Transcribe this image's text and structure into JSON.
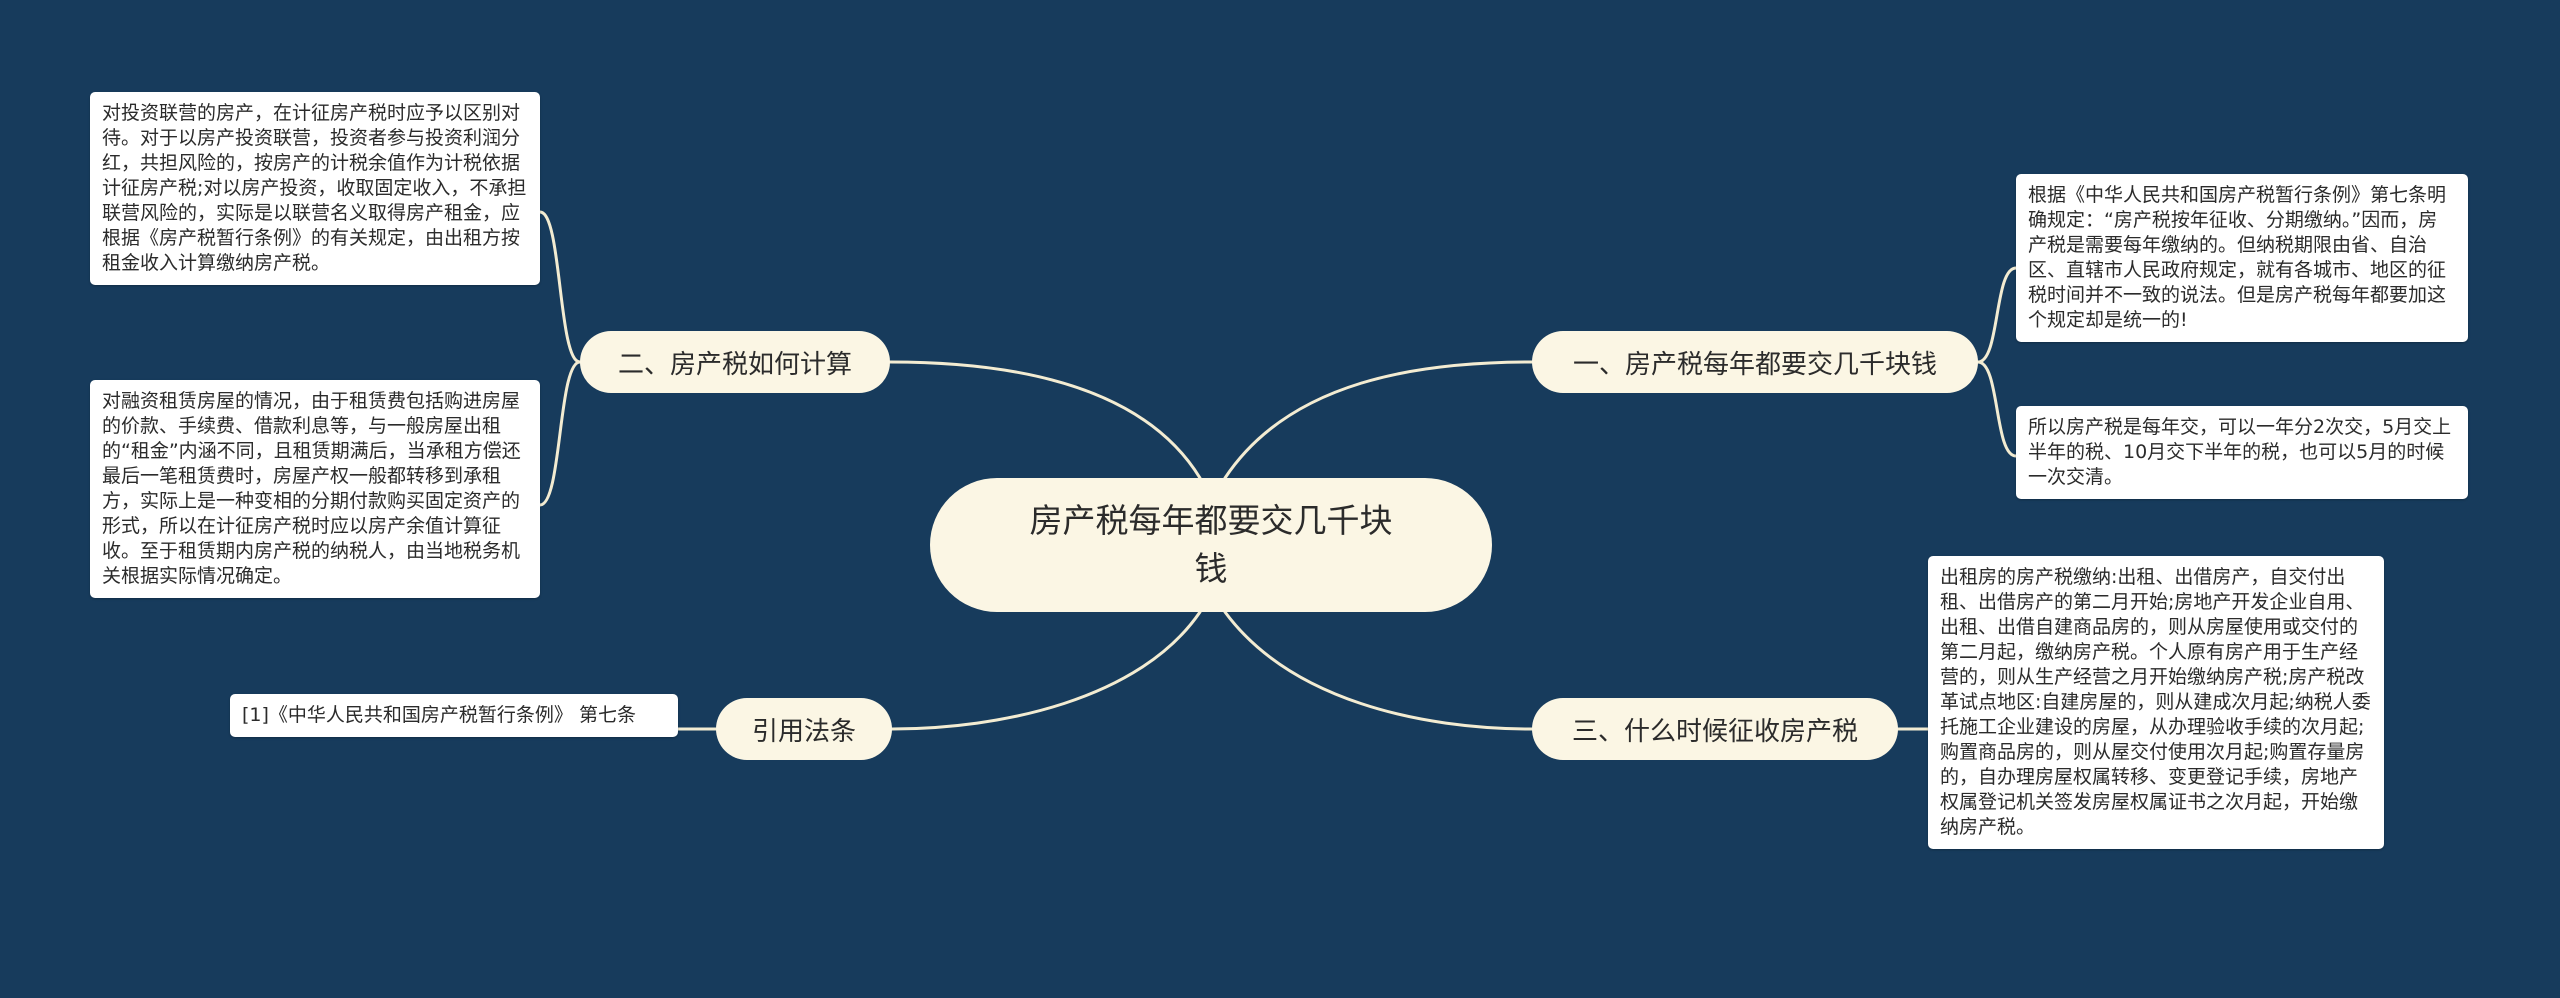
{
  "center": {
    "title": "房产税每年都要交几千块钱"
  },
  "branches": {
    "right_1": {
      "label": "一、房产税每年都要交几千块钱",
      "notes": [
        "根据《中华人民共和国房产税暂行条例》第七条明确规定：“房产税按年征收、分期缴纳。”因而，房产税是需要每年缴纳的。但纳税期限由省、自治区、直辖市人民政府规定，就有各城市、地区的征税时间并不一致的说法。但是房产税每年都要加这个规定却是统一的!",
        "所以房产税是每年交，可以一年分2次交，5月交上半年的税、10月交下半年的税，也可以5月的时候一次交清。"
      ]
    },
    "right_2": {
      "label": "三、什么时候征收房产税",
      "notes": [
        "出租房的房产税缴纳:出租、出借房产，自交付出租、出借房产的第二月开始;房地产开发企业自用、出租、出借自建商品房的，则从房屋使用或交付的第二月起，缴纳房产税。个人原有房产用于生产经营的，则从生产经营之月开始缴纳房产税;房产税改革试点地区:自建房屋的，则从建成次月起;纳税人委托施工企业建设的房屋，从办理验收手续的次月起;购置商品房的，则从屋交付使用次月起;购置存量房的，自办理房屋权属转移、变更登记手续，房地产权属登记机关签发房屋权属证书之次月起，开始缴纳房产税。"
      ]
    },
    "left_1": {
      "label": "二、房产税如何计算",
      "notes": [
        "对投资联营的房产，在计征房产税时应予以区别对待。对于以房产投资联营，投资者参与投资利润分红，共担风险的，按房产的计税余值作为计税依据计征房产税;对以房产投资，收取固定收入，不承担联营风险的，实际是以联营名义取得房产租金，应根据《房产税暂行条例》的有关规定，由出租方按租金收入计算缴纳房产税。",
        "对融资租赁房屋的情况，由于租赁费包括购进房屋的价款、手续费、借款利息等，与一般房屋出租的“租金”内涵不同，且租赁期满后，当承租方偿还最后一笔租赁费时，房屋产权一般都转移到承租方，实际上是一种变相的分期付款购买固定资产的形式，所以在计征房产税时应以房产余值计算征收。至于租赁期内房产税的纳税人，由当地税务机关根据实际情况确定。"
      ]
    },
    "left_2": {
      "label": "引用法条",
      "notes": [
        "[1]《中华人民共和国房产税暂行条例》 第七条"
      ]
    }
  },
  "colors": {
    "background": "#173b5c",
    "node_fill": "#fbf6e4",
    "leaf_fill": "#ffffff",
    "connector": "#f3ecd2"
  }
}
